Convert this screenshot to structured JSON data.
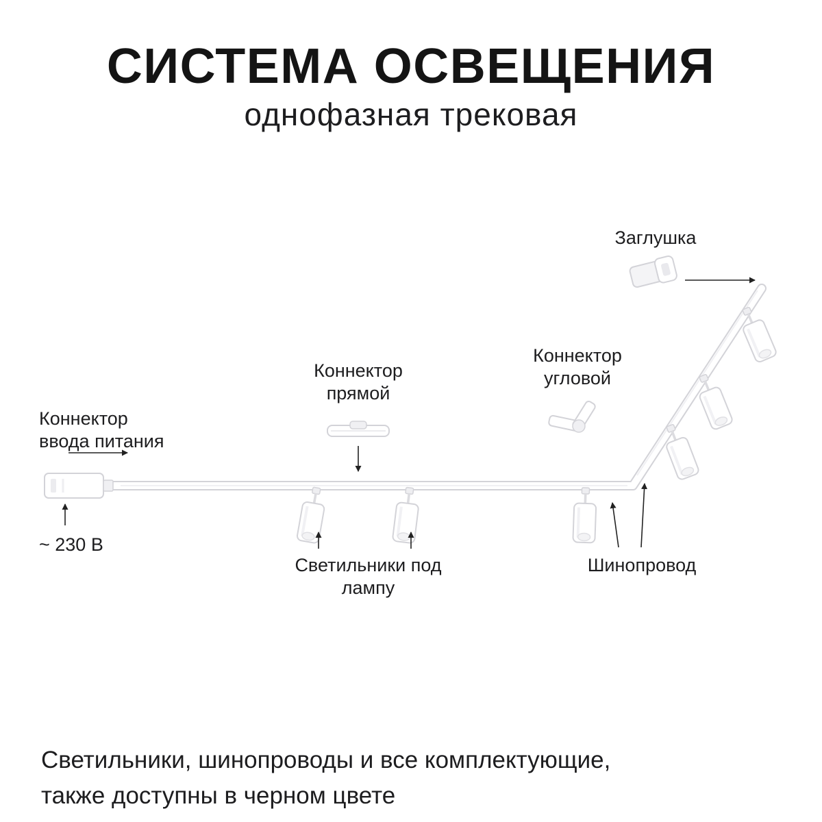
{
  "header": {
    "title": "СИСТЕМА ОСВЕЩЕНИЯ",
    "subtitle": "однофазная трековая"
  },
  "diagram": {
    "labels": {
      "endcap": "Заглушка",
      "corner_connector": "Коннектор\nугловой",
      "straight_connector": "Коннектор\nпрямой",
      "power_connector": "Коннектор\nввода питания",
      "voltage": "~ 230 В",
      "lamps": "Светильники под лампу",
      "track": "Шинопровод"
    },
    "components": {
      "track_busbar": "white track rail, horizontal run bending up-right",
      "spotlights_visible": 6,
      "connector_images": [
        "power-input-connector",
        "straight-connector",
        "corner-connector",
        "end-cap"
      ]
    }
  },
  "footer": {
    "note": "Светильники, шинопроводы и все комплектующие,\nтакже доступны в черном цвете"
  },
  "colors": {
    "background": "#ffffff",
    "text": "#1d1d1f",
    "outline": "#d3d3d8",
    "fill_light": "#f0f0f3",
    "arrow": "#222222"
  }
}
